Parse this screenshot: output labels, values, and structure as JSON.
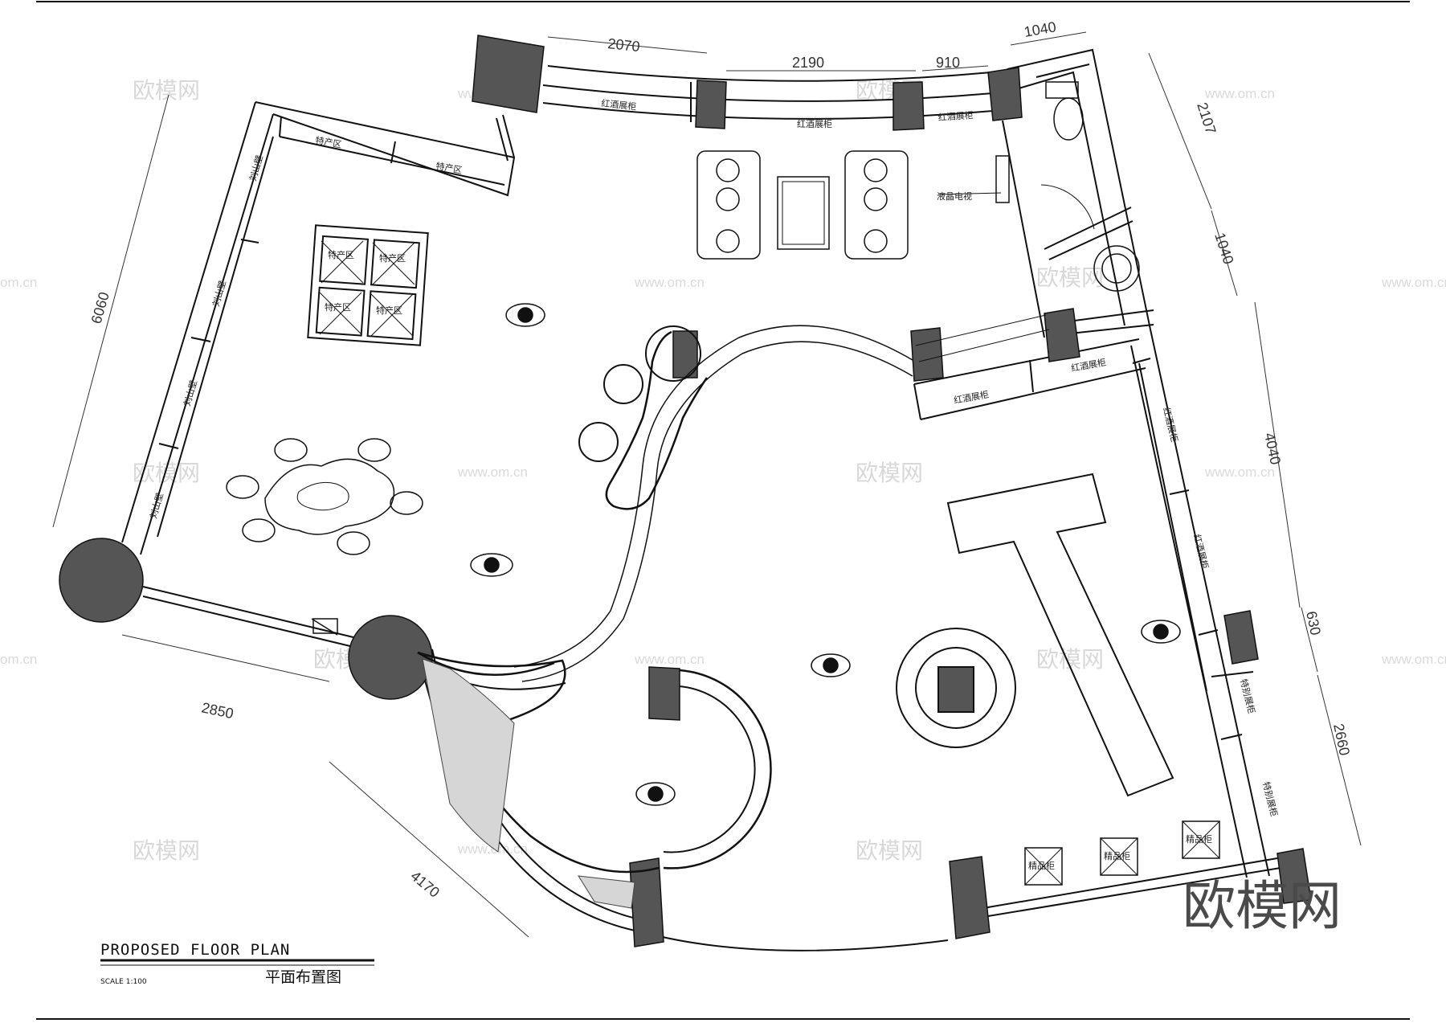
{
  "title": {
    "english": "PROPOSED FLOOR PLAN",
    "scale": "SCALE 1:100",
    "chinese": "平面布置图"
  },
  "dimensions": {
    "d2070": "2070",
    "d2190": "2190",
    "d910": "910",
    "d1040_top": "1040",
    "d2107": "2107",
    "d1040_right": "1040",
    "d4040": "4040",
    "d630": "630",
    "d2660": "2660",
    "d6060": "6060",
    "d2850": "2850",
    "d4170": "4170"
  },
  "labels": {
    "wine_cabinet": "红酒展柜",
    "specialty_zone": "特产区",
    "tv": "液晶电视",
    "boutique": "精品柜",
    "wall_cabinet_left": "刘山壁",
    "wall_cabinet_right": "特别展柜"
  },
  "watermarks": {
    "brand_small": "欧模网",
    "url": "www.om.cn",
    "url_edge": "om.cn",
    "brand_large": "欧模网"
  },
  "colors": {
    "line": "#111111",
    "column_fill": "#555555",
    "watermark": "#d8d8d8"
  }
}
